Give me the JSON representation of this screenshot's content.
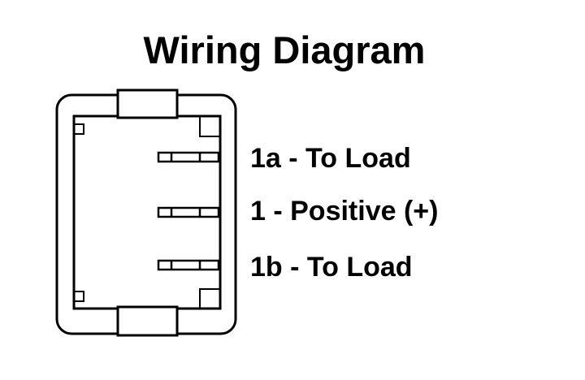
{
  "title": "Wiring Diagram",
  "pins": [
    {
      "label": "1a - To Load"
    },
    {
      "label": "1 - Positive (+)"
    },
    {
      "label": "1b - To Load"
    }
  ],
  "colors": {
    "line": "#000000",
    "background": "#ffffff"
  }
}
